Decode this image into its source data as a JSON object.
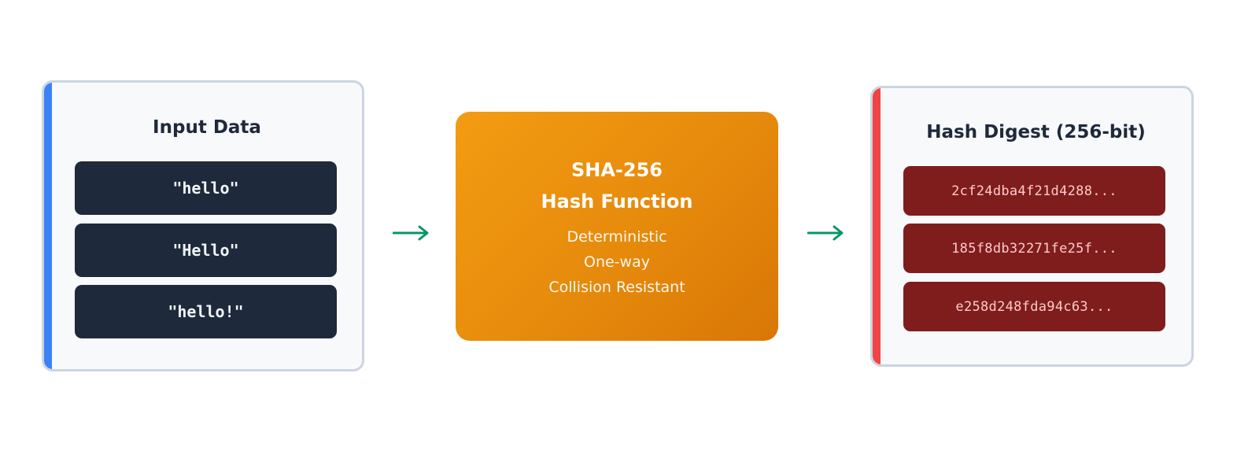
{
  "input": {
    "title": "Input Data",
    "items": [
      "\"hello\"",
      "\"Hello\"",
      "\"hello!\""
    ],
    "accent_color": "#3b82f6"
  },
  "hash_function": {
    "title_line1": "SHA-256",
    "title_line2": "Hash Function",
    "properties": [
      "Deterministic",
      "One-way",
      "Collision Resistant"
    ],
    "color": "#f39c12"
  },
  "output": {
    "title": "Hash Digest (256-bit)",
    "items": [
      "2cf24dba4f21d4288...",
      "185f8db32271fe25f...",
      "e258d248fda94c63..."
    ],
    "accent_color": "#ef4444"
  },
  "arrows": {
    "color": "#059669",
    "icon": "arrow-right-icon"
  }
}
